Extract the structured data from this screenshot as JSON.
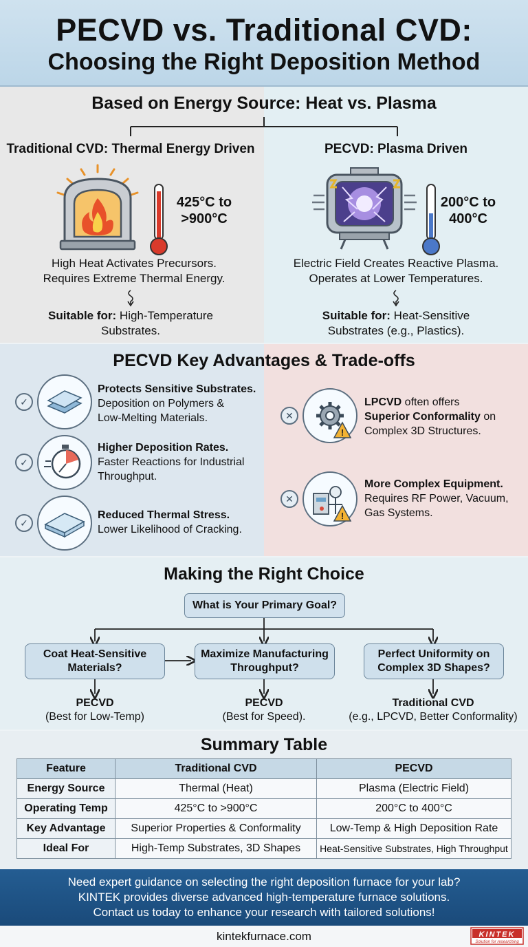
{
  "header": {
    "title_line1": "PECVD vs. Traditional CVD:",
    "title_line2": "Choosing the Right Deposition Method"
  },
  "energy": {
    "heading": "Based on Energy Source: Heat vs. Plasma",
    "cvd": {
      "title": "Traditional CVD: Thermal Energy Driven",
      "temp_line1": "425°C to",
      "temp_line2": ">900°C",
      "desc_line1": "High Heat Activates Precursors.",
      "desc_line2": "Requires Extreme Thermal Energy.",
      "suit_label": "Suitable for:",
      "suit_line1": "High-Temperature",
      "suit_line2": "Substrates."
    },
    "pecvd": {
      "title": "PECVD: Plasma Driven",
      "temp_line1": "200°C to",
      "temp_line2": "400°C",
      "desc_line1": "Electric Field Creates Reactive Plasma.",
      "desc_line2": "Operates at Lower Temperatures.",
      "suit_label": "Suitable for:",
      "suit_line1": "Heat-Sensitive",
      "suit_line2": "Substrates (e.g., Plastics)."
    }
  },
  "advantages": {
    "heading": "PECVD Key Advantages & Trade-offs",
    "pros": [
      {
        "title": "Protects Sensitive Substrates.",
        "line1": "Deposition on Polymers &",
        "line2": "Low-Melting Materials."
      },
      {
        "title": "Higher Deposition Rates.",
        "line1": "Faster Reactions for Industrial",
        "line2": "Throughput."
      },
      {
        "title": "Reduced Thermal Stress.",
        "line1": "Lower Likelihood of Cracking.",
        "line2": ""
      }
    ],
    "cons": [
      {
        "bold1": "LPCVD",
        "text1": " often offers",
        "bold2": "Superior Conformality",
        "text2": " on",
        "line3": "Complex 3D Structures."
      },
      {
        "title": "More Complex Equipment.",
        "line1": "Requires RF Power, Vacuum,",
        "line2": "Gas Systems."
      }
    ]
  },
  "choice": {
    "heading": "Making the Right Choice",
    "question": "What is Your Primary Goal?",
    "options": [
      {
        "line1": "Coat Heat-Sensitive",
        "line2": "Materials?",
        "result": "PECVD",
        "note": "(Best for Low-Temp)"
      },
      {
        "line1": "Maximize Manufacturing",
        "line2": "Throughput?",
        "result": "PECVD",
        "note": "(Best for Speed)."
      },
      {
        "line1": "Perfect Uniformity on",
        "line2": "Complex 3D Shapes?",
        "result": "Traditional CVD",
        "note": "(e.g., LPCVD, Better Conformality)"
      }
    ]
  },
  "summary": {
    "heading": "Summary Table",
    "headers": [
      "Feature",
      "Traditional CVD",
      "PECVD"
    ],
    "rows": [
      [
        "Energy Source",
        "Thermal (Heat)",
        "Plasma (Electric Field)"
      ],
      [
        "Operating Temp",
        "425°C to >900°C",
        "200°C to 400°C"
      ],
      [
        "Key Advantage",
        "Superior Properties & Conformality",
        "Low-Temp & High Deposition Rate"
      ],
      [
        "Ideal For",
        "High-Temp Substrates, 3D Shapes",
        "Heat-Sensitive Substrates, High Throughput"
      ]
    ]
  },
  "cta": {
    "line1": "Need expert guidance on selecting the right deposition furnace for your lab?",
    "line2": "KINTEK provides diverse advanced high-temperature furnace solutions.",
    "line3": "Contact us today to enhance your research with tailored solutions!"
  },
  "footer": {
    "website": "kintekfurnace.com",
    "logo_text": "KINTEK",
    "logo_tagline": "Solution for researching"
  },
  "colors": {
    "accent_blue": "#1a4a7a",
    "pros_bg": "#dde7ef",
    "cons_bg": "#f2e0df"
  }
}
